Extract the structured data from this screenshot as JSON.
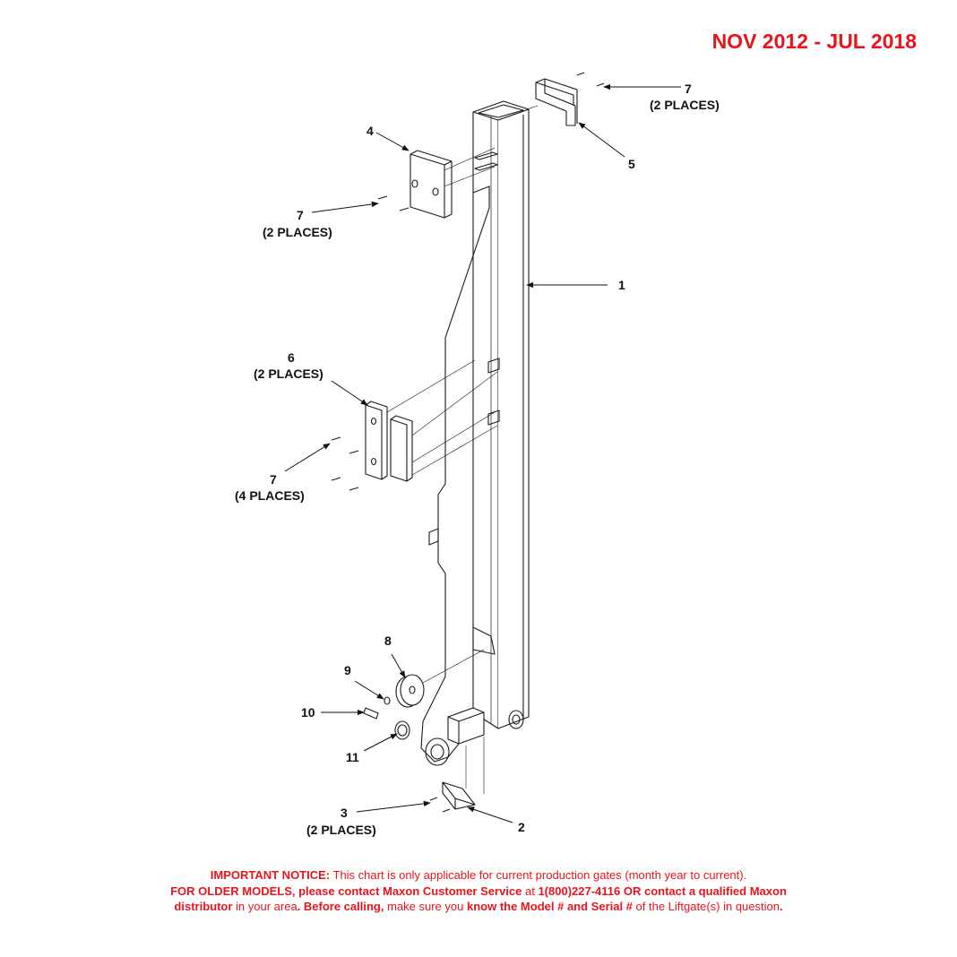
{
  "header": {
    "date_range": "NOV 2012 - JUL 2018"
  },
  "callouts": {
    "c1": {
      "number": "1"
    },
    "c2": {
      "number": "2"
    },
    "c3": {
      "number": "3",
      "note": "(2 PLACES)"
    },
    "c4": {
      "number": "4"
    },
    "c5": {
      "number": "5"
    },
    "c6": {
      "number": "6",
      "note": "(2 PLACES)"
    },
    "c7a": {
      "number": "7",
      "note": "(2 PLACES)"
    },
    "c7b": {
      "number": "7",
      "note": "(2 PLACES)"
    },
    "c7c": {
      "number": "7",
      "note": "(4 PLACES)"
    },
    "c8": {
      "number": "8"
    },
    "c9": {
      "number": "9"
    },
    "c10": {
      "number": "10"
    },
    "c11": {
      "number": "11"
    }
  },
  "notice": {
    "line1_bold": "IMPORTANT NOTICE:",
    "line1_rest": " This chart is only applicable for current production gates (month year to current).",
    "line2_bold": "FOR OLDER MODELS, please contact Maxon Customer Service",
    "line2_at": " at ",
    "line2_phone": "1(800)227-4116 OR contact a qualified Maxon",
    "line3_bold1": "distributor",
    "line3_mid1": " in your area",
    "line3_bold2": ". Before calling,",
    "line3_mid2": " make sure you ",
    "line3_bold3": "know the Model # and Serial #",
    "line3_mid3": " of the Liftgate(s) in question",
    "line3_end": "."
  },
  "colors": {
    "accent_red": "#e8141b",
    "line": "#1a1a1a"
  }
}
